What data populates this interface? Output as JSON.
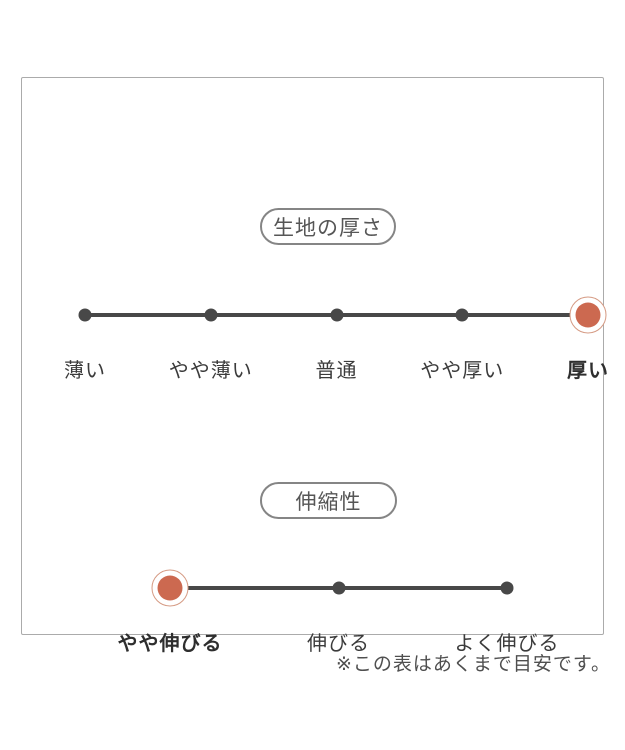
{
  "colors": {
    "accent": "#cc6950",
    "accent_ring": "#d59a83",
    "scale_dark": "#484848",
    "pill_border": "#858585",
    "panel_border": "#ababab",
    "text": "#3b3b3b"
  },
  "sections": [
    {
      "title": "生地の厚さ",
      "labels": [
        "薄い",
        "やや薄い",
        "普通",
        "やや厚い",
        "厚い"
      ],
      "active_index": 4,
      "active_label": "厚い"
    },
    {
      "title": "伸縮性",
      "labels": [
        "やや伸びる",
        "伸びる",
        "よく伸びる"
      ],
      "active_index": 0,
      "active_label": "やや伸びる"
    }
  ],
  "footnote": "※この表はあくまで目安です。",
  "chart_data": [
    {
      "type": "line",
      "title": "生地の厚さ",
      "categories": [
        "薄い",
        "やや薄い",
        "普通",
        "やや厚い",
        "厚い"
      ],
      "selected": "厚い",
      "selected_index": 4,
      "scale_points": 5,
      "legend_position": "none",
      "notes": "dot scale, rightmost point highlighted in orange"
    },
    {
      "type": "line",
      "title": "伸縮性",
      "categories": [
        "やや伸びる",
        "伸びる",
        "よく伸びる"
      ],
      "selected": "やや伸びる",
      "selected_index": 0,
      "scale_points": 3,
      "legend_position": "none",
      "notes": "dot scale, leftmost point highlighted in orange"
    }
  ]
}
